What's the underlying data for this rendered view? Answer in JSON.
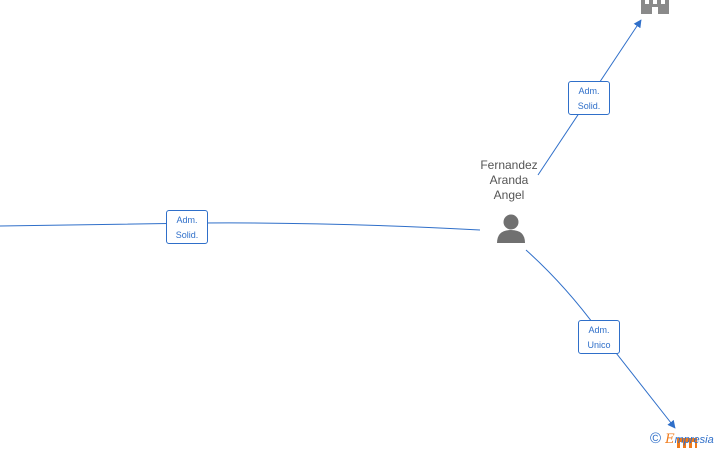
{
  "person": {
    "name_lines": [
      "Fernandez",
      "Aranda",
      "Angel"
    ],
    "icon": "person-icon"
  },
  "company_icon": "building-icon",
  "edges": {
    "top_right": {
      "label_lines": [
        "Adm.",
        "Solid."
      ]
    },
    "left": {
      "label_lines": [
        "Adm.",
        "Solid."
      ]
    },
    "bottom_right": {
      "label_lines": [
        "Adm.",
        "Unico"
      ]
    }
  },
  "watermark": {
    "symbol": "©",
    "brand_prefix": "E",
    "brand_suffix": "mpresia"
  },
  "colors": {
    "edge": "#2f6fc9",
    "node_icon": "#707070",
    "brand_orange": "#f07a1a"
  }
}
